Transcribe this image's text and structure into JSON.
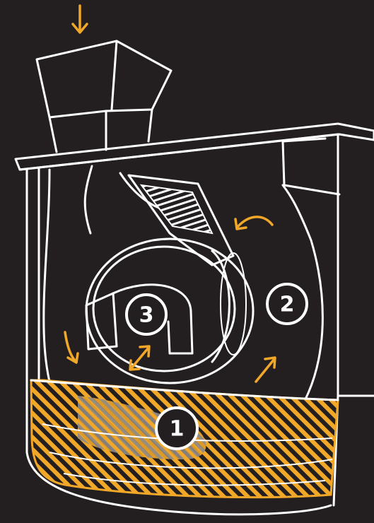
{
  "diagram": {
    "markers": [
      {
        "id": "1",
        "label": "1"
      },
      {
        "id": "2",
        "label": "2"
      },
      {
        "id": "3",
        "label": "3"
      }
    ],
    "icons": {
      "feed_arrow": "arrow-down-icon",
      "flow_arrows": "curved-arrow-icon"
    },
    "colors": {
      "background": "#231f20",
      "line": "#ffffff",
      "accent": "#f1a728"
    }
  }
}
